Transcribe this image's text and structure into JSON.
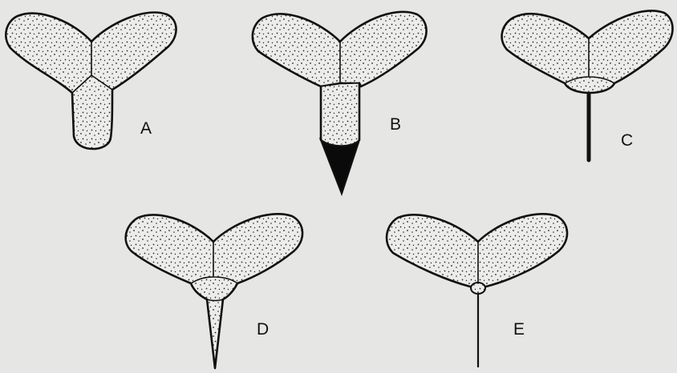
{
  "figure": {
    "labels": [
      "A",
      "B",
      "C",
      "D",
      "E"
    ]
  }
}
